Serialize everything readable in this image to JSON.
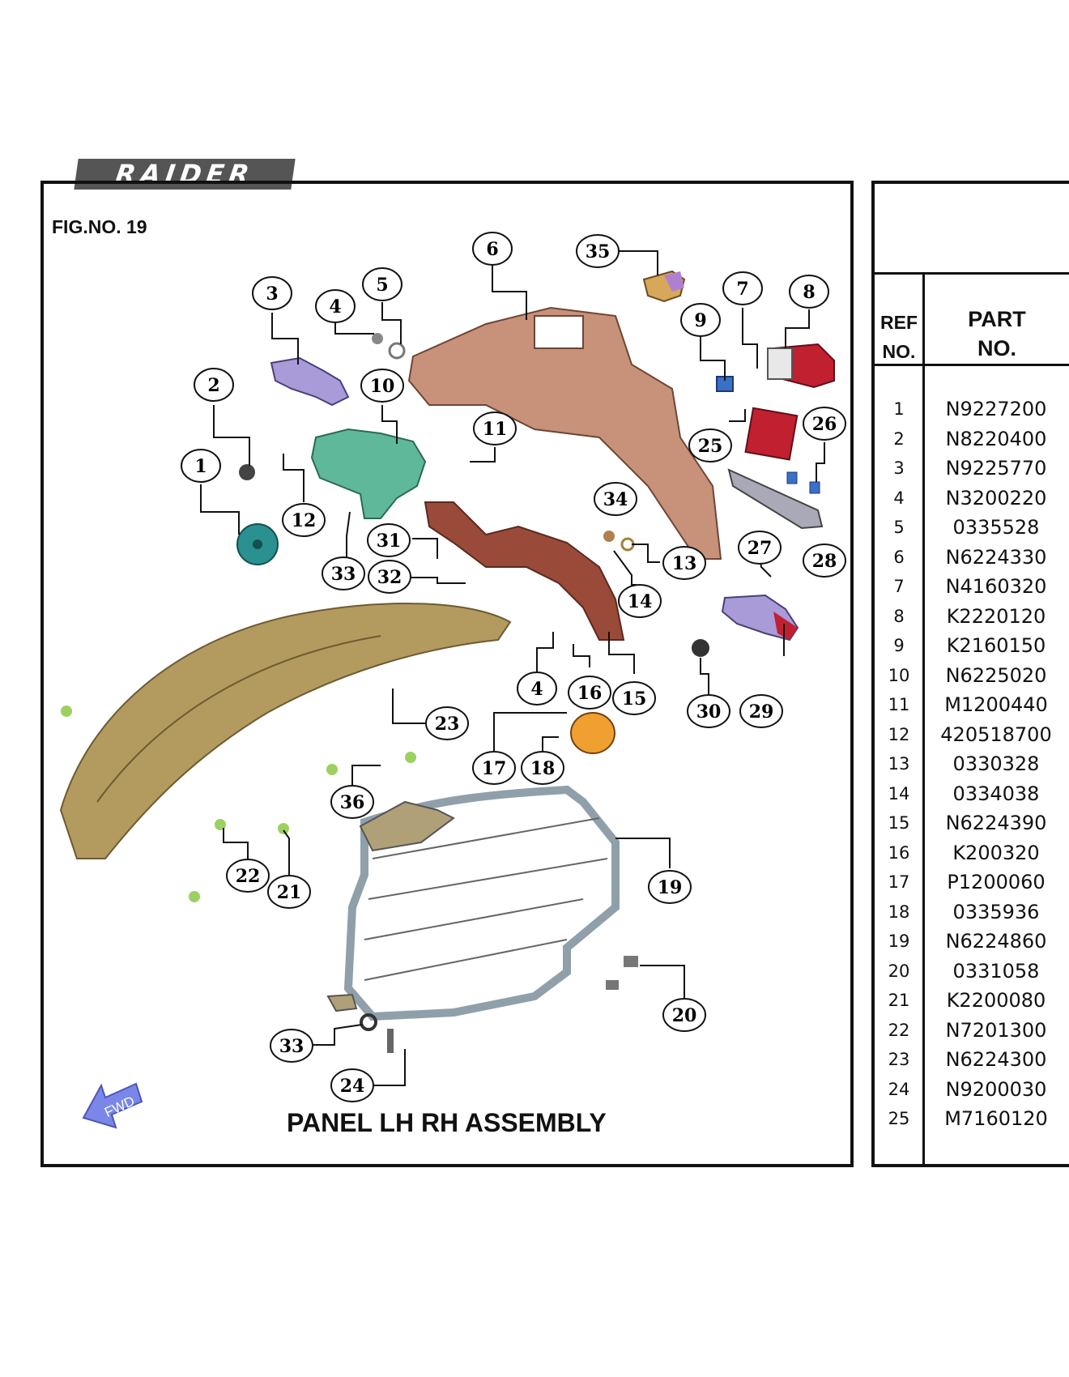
{
  "header": {
    "logo_text": "RAIDER",
    "fig_no": "FIG.NO. 19",
    "assembly_title": "PANEL LH RH ASSEMBLY",
    "fwd_label": "FWD"
  },
  "table": {
    "ref_header": [
      "REF",
      "NO."
    ],
    "part_header": [
      "PART",
      "NO."
    ],
    "rows": [
      {
        "ref": "1",
        "part": "N9227200"
      },
      {
        "ref": "2",
        "part": "N8220400"
      },
      {
        "ref": "3",
        "part": "N9225770"
      },
      {
        "ref": "4",
        "part": "N3200220"
      },
      {
        "ref": "5",
        "part": "0335528"
      },
      {
        "ref": "6",
        "part": "N6224330"
      },
      {
        "ref": "7",
        "part": "N4160320"
      },
      {
        "ref": "8",
        "part": "K2220120"
      },
      {
        "ref": "9",
        "part": "K2160150"
      },
      {
        "ref": "10",
        "part": "N6225020"
      },
      {
        "ref": "11",
        "part": "M1200440"
      },
      {
        "ref": "12",
        "part": "420518700"
      },
      {
        "ref": "13",
        "part": "0330328"
      },
      {
        "ref": "14",
        "part": "0334038"
      },
      {
        "ref": "15",
        "part": "N6224390"
      },
      {
        "ref": "16",
        "part": "K200320"
      },
      {
        "ref": "17",
        "part": "P1200060"
      },
      {
        "ref": "18",
        "part": "0335936"
      },
      {
        "ref": "19",
        "part": "N6224860"
      },
      {
        "ref": "20",
        "part": "0331058"
      },
      {
        "ref": "21",
        "part": "K2200080"
      },
      {
        "ref": "22",
        "part": "N7201300"
      },
      {
        "ref": "23",
        "part": "N6224300"
      },
      {
        "ref": "24",
        "part": "N9200030"
      },
      {
        "ref": "25",
        "part": "M7160120"
      }
    ]
  },
  "callouts": [
    "1",
    "2",
    "3",
    "4",
    "5",
    "6",
    "35",
    "7",
    "8",
    "9",
    "10",
    "11",
    "25",
    "26",
    "12",
    "34",
    "31",
    "33",
    "32",
    "13",
    "27",
    "28",
    "14",
    "4",
    "16",
    "15",
    "30",
    "29",
    "23",
    "17",
    "18",
    "36",
    "19",
    "22",
    "21",
    "20",
    "33",
    "24"
  ],
  "part_colors": {
    "fender": "#b39a5e",
    "frame": "#c8917a",
    "bracket": "#9a4a38",
    "indicator": "#a99ad8",
    "mount": "#5fb89a",
    "rack": "#8fa0aa",
    "reflector": "#f0a030",
    "tail_lamp": "#c02030",
    "cap": "#2a9090",
    "fwd_arrow": "#7a86e8"
  }
}
